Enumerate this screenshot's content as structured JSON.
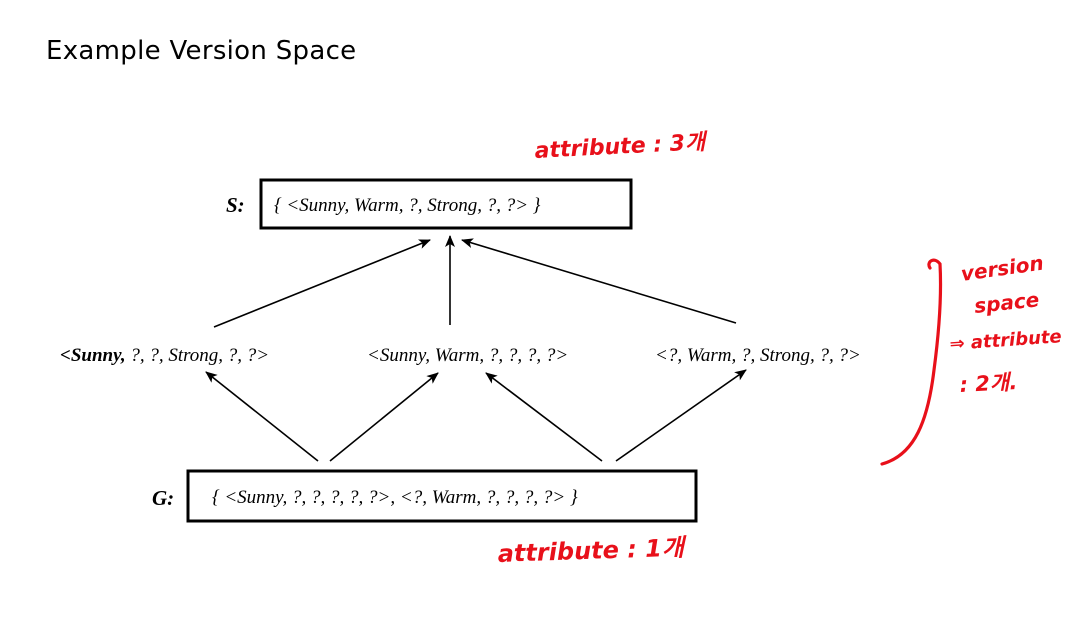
{
  "title": "Example Version Space",
  "s_set": {
    "label": "S:",
    "content": "{ <Sunny, Warm, ?, Strong, ?, ?> }"
  },
  "middle": [
    {
      "prefix": "<",
      "bold_part": "Sunny,",
      "rest": " ?, ?, Strong, ?, ?>"
    },
    {
      "text": "<Sunny, Warm, ?, ?, ?, ?>"
    },
    {
      "text": "<?, Warm, ?, Strong, ?, ?>"
    }
  ],
  "g_set": {
    "label": "G:",
    "content": "{ <Sunny, ?, ?, ?, ?, ?>, <?, Warm, ?, ?, ?, ?> }"
  },
  "annotations": {
    "top": "attribute : 3개",
    "bottom": "attribute : 1개",
    "right_line1": "version",
    "right_line2": "space",
    "right_line3": "⇒ attribute",
    "right_line4": ": 2개.",
    "color": "#e8101a"
  }
}
